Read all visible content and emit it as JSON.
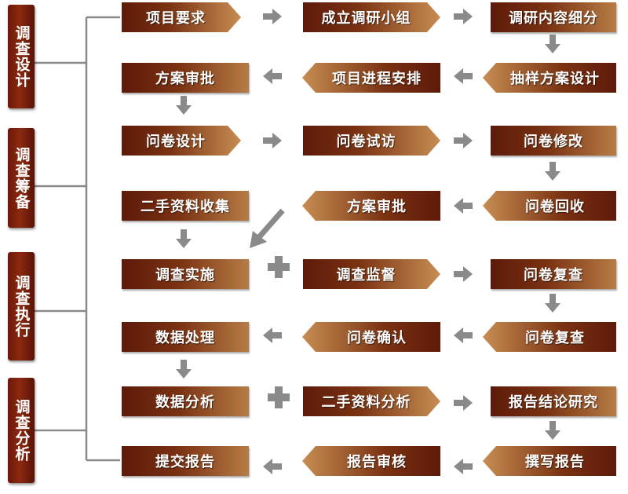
{
  "phases": [
    "调查设计",
    "调查筹备",
    "调查执行",
    "调查分析"
  ],
  "rows": [
    [
      "项目要求",
      "成立调研小组",
      "调研内容细分"
    ],
    [
      "方案审批",
      "项目进程安排",
      "抽样方案设计"
    ],
    [
      "问卷设计",
      "问卷试访",
      "问卷修改"
    ],
    [
      "二手资料收集",
      "方案审批",
      "问卷回收"
    ],
    [
      "调查实施",
      "调查监督",
      "问卷复查"
    ],
    [
      "数据处理",
      "问卷确认",
      "问卷复查"
    ],
    [
      "数据分析",
      "二手资料分析",
      "报告结论研究"
    ],
    [
      "提交报告",
      "报告审核",
      "撰写报告"
    ]
  ],
  "colors": {
    "box_dark": "#5e1a0a",
    "box_light": "#c78d52",
    "arrow": "#8a8a8a",
    "phase": "#7a1f0d"
  }
}
